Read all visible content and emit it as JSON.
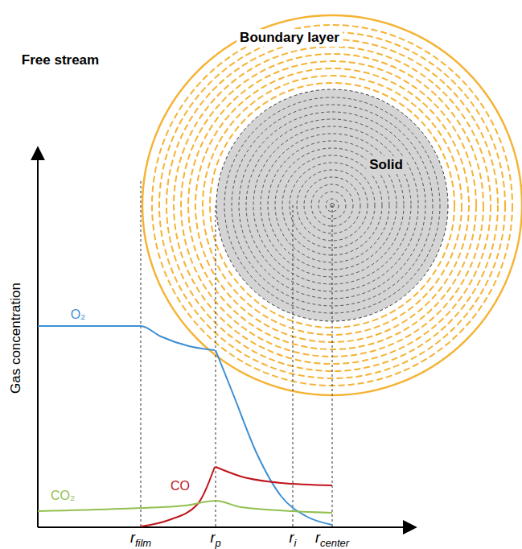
{
  "diagram": {
    "nodes": [
      {
        "text": [
          "Boundary layer"
        ]
      },
      {
        "text": [
          "Solid"
        ],
        "in": 0
      }
    ],
    "labels": [
      "Free stream",
      "Gas concentration",
      "O₂",
      "CO₂",
      "CO",
      "rfilm",
      "rp",
      "ri",
      "rcenter"
    ]
  }
}
